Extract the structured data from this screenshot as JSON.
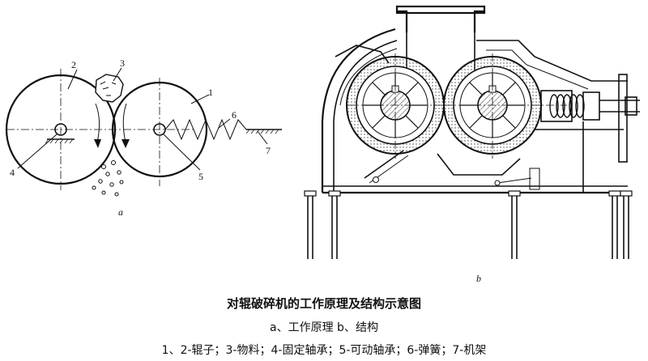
{
  "figure": {
    "panel_a": {
      "letter": "a",
      "labels": [
        "1",
        "2",
        "3",
        "4",
        "5",
        "6",
        "7"
      ]
    },
    "panel_b": {
      "letter": "b"
    }
  },
  "caption": {
    "title": "对辊破碎机的工作原理及结构示意图",
    "subtitle": "a、工作原理   b、结构",
    "legend": "1、2-辊子；3-物料；4-固定轴承；5-可动轴承；6-弹簧；7-机架"
  }
}
